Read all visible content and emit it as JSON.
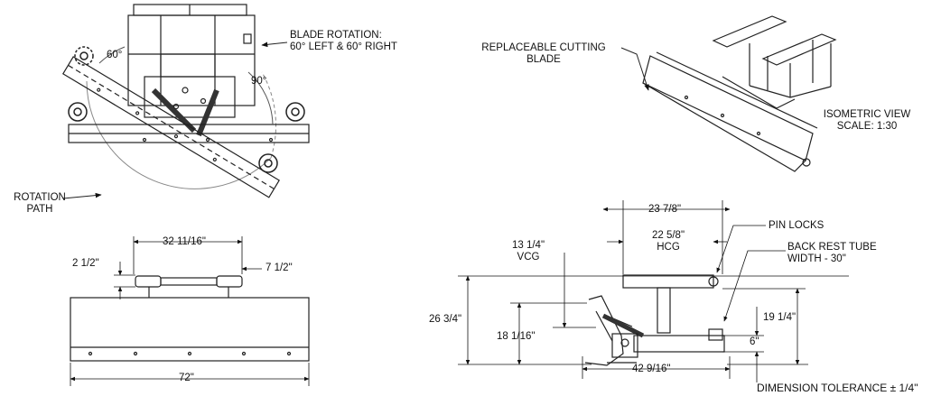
{
  "top_view": {
    "angle_left": "60°",
    "angle_right": "90°",
    "rotation_title": "BLADE ROTATION:",
    "rotation_detail": "60° LEFT & 60° RIGHT",
    "path_line1": "ROTATION",
    "path_line2": "PATH"
  },
  "isometric": {
    "callout_line1": "REPLACEABLE CUTTING",
    "callout_line2": "BLADE",
    "view_title": "ISOMETRIC VIEW",
    "scale": "SCALE: 1:30"
  },
  "front_view": {
    "mount_width": "32 11/16\"",
    "left_offset": "2 1/2\"",
    "right_offset": "7 1/2\"",
    "blade_width": "72\""
  },
  "side_view": {
    "overall_length_top": "23 7/8\"",
    "hcg_value": "22 5/8\"",
    "hcg_label": "HCG",
    "vcg_value": "13 1/4\"",
    "vcg_label": "VCG",
    "pin_locks": "PIN LOCKS",
    "back_rest_line1": "BACK REST TUBE",
    "back_rest_line2": "WIDTH - 30\"",
    "overall_height": "26 3/4\"",
    "blade_height": "18 1/16\"",
    "tube_height": "19 1/4\"",
    "base_height": "6\"",
    "depth": "42 9/16\""
  },
  "tolerance": "DIMENSION TOLERANCE ± 1/4\""
}
